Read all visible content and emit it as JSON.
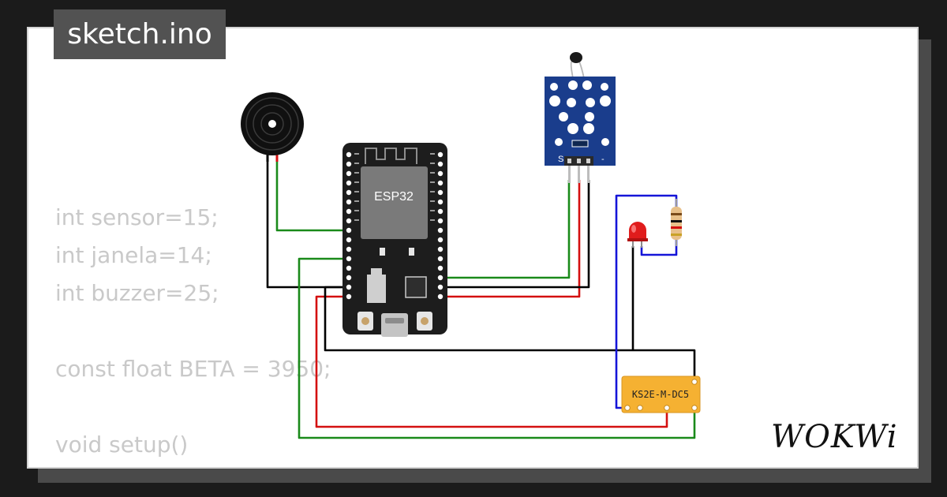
{
  "header": {
    "file_tab_label": "sketch.ino"
  },
  "code_lines": [
    "int sensor=15;",
    "int janela=14;",
    "int buzzer=25;",
    "",
    "const float BETA = 3950;",
    "",
    "void setup()",
    "{"
  ],
  "board": {
    "chip_label": "ESP32"
  },
  "sensor_module": {
    "pin_left": "S",
    "pin_right": "-"
  },
  "relay": {
    "label": "KS2E-M-DC5"
  },
  "brand": {
    "logo_text": "WOKWi"
  },
  "colors": {
    "wire_green": "#1a8a1a",
    "wire_red": "#d41010",
    "wire_blue": "#1515d8",
    "wire_black": "#000000",
    "board": "#1d1d1d",
    "module_pcb": "#1a3d8c",
    "relay": "#f5b132",
    "led": "#e01c1c"
  }
}
